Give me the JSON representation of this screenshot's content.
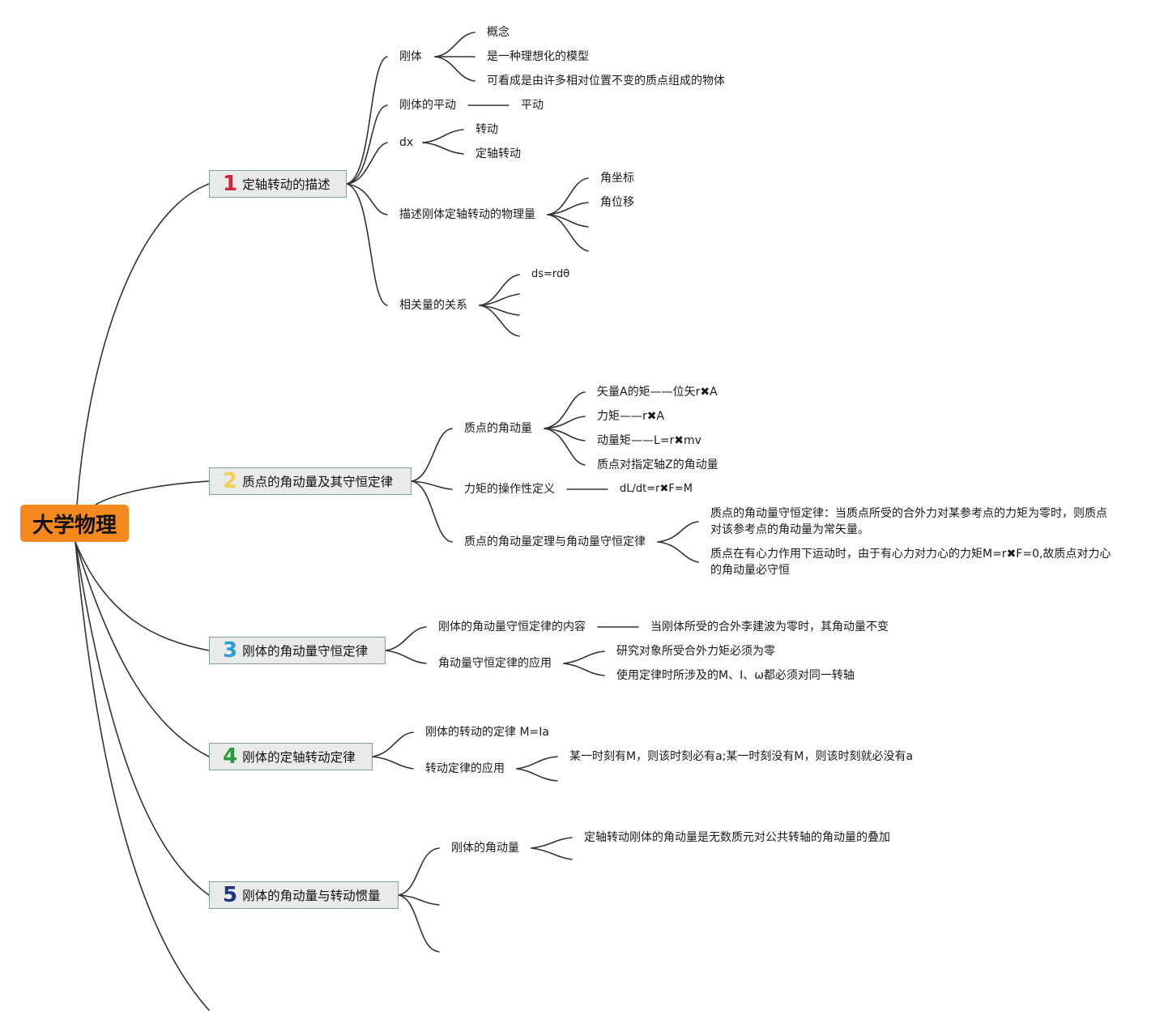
{
  "root": "大学物理",
  "colors": {
    "root": "#f48a1e",
    "num1": "#d2263a",
    "num2": "#f0d24b",
    "num3": "#2a9bd8",
    "num4": "#2a9a3a",
    "num5": "#1f3380",
    "branch_bg": "#e8ebe9",
    "branch_border": "#7fa192"
  },
  "b1": {
    "num": "1",
    "title": "定轴转动的描述",
    "gangti": "刚体",
    "gangti_items": [
      "概念",
      "是一种理想化的模型",
      "可看成是由许多相对位置不变的质点组成的物体"
    ],
    "pingdong_label": "刚体的平动",
    "pingdong_value": "平动",
    "dx": "dx",
    "dx_items": [
      "转动",
      "定轴转动"
    ],
    "miaoshu": "描述刚体定轴转动的物理量",
    "miaoshu_items": [
      "角坐标",
      "角位移"
    ],
    "guanxi": "相关量的关系",
    "guanxi_items": [
      "ds=rdθ"
    ]
  },
  "b2": {
    "num": "2",
    "title": "质点的角动量及其守恒定律",
    "jiaodongliang": "质点的角动量",
    "jdl_items": [
      "矢量A的矩——位矢r✖A",
      "力矩——r✖A",
      "动量矩——L=r✖mv",
      "质点对指定轴Z的角动量"
    ],
    "caozuo_label": "力矩的操作性定义",
    "caozuo_value": "dL/dt=r✖F=M",
    "dingli": "质点的角动量定理与角动量守恒定律",
    "dingli_items": [
      "质点的角动量守恒定律：当质点所受的合外力对某参考点的力矩为零时，则质点对该参考点的角动量为常矢量。",
      "质点在有心力作用下运动时，由于有心力对力心的力矩M=r✖F=0,故质点对力心的角动量必守恒"
    ]
  },
  "b3": {
    "num": "3",
    "title": "刚体的角动量守恒定律",
    "neirong_label": "刚体的角动量守恒定律的内容",
    "neirong_value": "当刚体所受的合外李建波为零时，其角动量不变",
    "yingyong": "角动量守恒定律的应用",
    "yingyong_items": [
      "研究对象所受合外力矩必须为零",
      "使用定律时所涉及的M、I、ω都必须对同一转轴"
    ]
  },
  "b4": {
    "num": "4",
    "title": "刚体的定轴转动定律",
    "dinglv": "刚体的转动的定律 M=Ia",
    "yingyong": "转动定律的应用",
    "yingyong_item": "某一时刻有M，则该时刻必有a;某一时刻没有M，则该时刻就必没有a"
  },
  "b5": {
    "num": "5",
    "title": "刚体的角动量与转动惯量",
    "jdl": "刚体的角动量",
    "jdl_item": "定轴转动刚体的角动量是无数质元对公共转轴的角动量的叠加"
  }
}
